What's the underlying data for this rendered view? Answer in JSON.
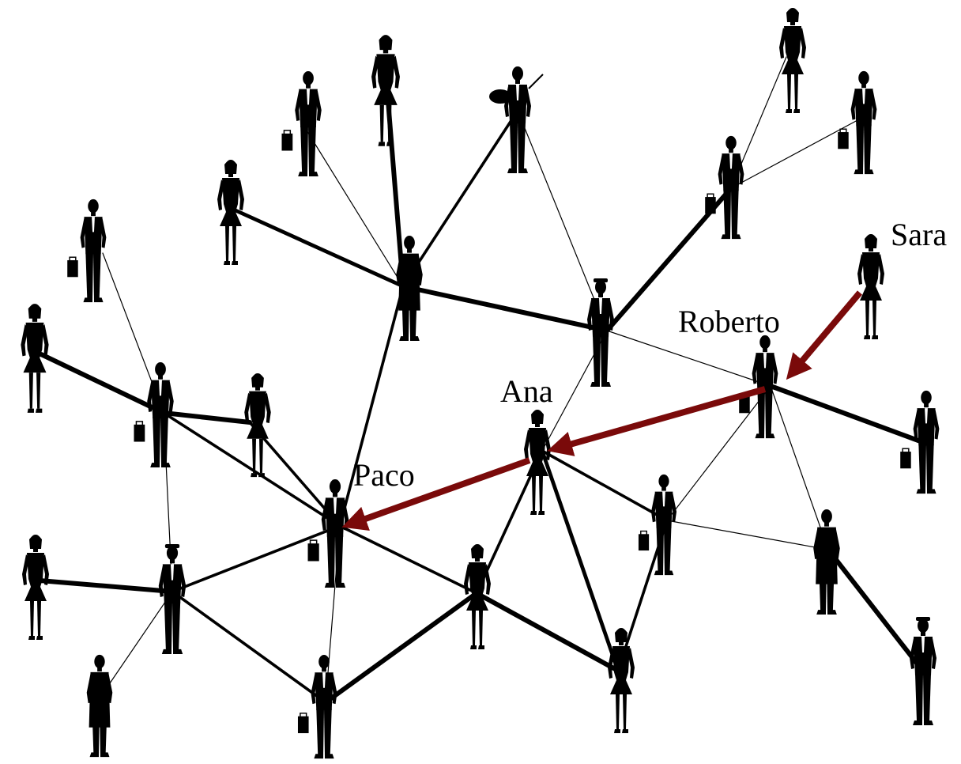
{
  "colors": {
    "background": "#ffffff",
    "edge": "#000000",
    "figure": "#000000",
    "path_arrow": "#7a0a0a"
  },
  "labels": {
    "sara": "Sara",
    "roberto": "Roberto",
    "ana": "Ana",
    "paco": "Paco"
  },
  "nodes": [
    {
      "id": "n_woman_top_right",
      "type": "woman-walking"
    },
    {
      "id": "n_man_top_right",
      "type": "man-briefcase"
    },
    {
      "id": "n_man_sitting_top",
      "type": "man-sitting-briefcase"
    },
    {
      "id": "n_woman_top_center",
      "type": "woman-standing"
    },
    {
      "id": "n_painter",
      "type": "painter"
    },
    {
      "id": "n_man_top_left",
      "type": "man-briefcase"
    },
    {
      "id": "n_woman_left_upper",
      "type": "woman-standing"
    },
    {
      "id": "n_man_coat_center",
      "type": "man-coat"
    },
    {
      "id": "n_man_sitting_left",
      "type": "man-sitting-briefcase"
    },
    {
      "id": "n_officer_center",
      "type": "officer"
    },
    {
      "id": "n_sara",
      "type": "woman-standing"
    },
    {
      "id": "n_roberto",
      "type": "man-sitting-briefcase"
    },
    {
      "id": "n_woman_far_left",
      "type": "woman-walking"
    },
    {
      "id": "n_man_left_mid",
      "type": "man-briefcase"
    },
    {
      "id": "n_woman_left_mid",
      "type": "woman-standing"
    },
    {
      "id": "n_ana",
      "type": "woman-walking"
    },
    {
      "id": "n_man_walking_right",
      "type": "man-walking-briefcase"
    },
    {
      "id": "n_paco",
      "type": "man-briefcase"
    },
    {
      "id": "n_man_right_mid",
      "type": "man-briefcase"
    },
    {
      "id": "n_man_gesture_right",
      "type": "man-coat"
    },
    {
      "id": "n_woman_bottom_left",
      "type": "woman-standing"
    },
    {
      "id": "n_officer_left",
      "type": "officer"
    },
    {
      "id": "n_woman_bottom_center",
      "type": "woman-standing"
    },
    {
      "id": "n_officer_bottom_right",
      "type": "officer"
    },
    {
      "id": "n_man_coat_bottom_left",
      "type": "man-coat"
    },
    {
      "id": "n_man_walking_bottom",
      "type": "man-walking-briefcase"
    },
    {
      "id": "n_woman_bottom_mid",
      "type": "woman-walking"
    }
  ],
  "edges": [
    {
      "from": "n_woman_top_right",
      "to": "n_man_sitting_top",
      "weight": 1
    },
    {
      "from": "n_man_top_right",
      "to": "n_man_sitting_top",
      "weight": 1
    },
    {
      "from": "n_man_sitting_top",
      "to": "n_officer_center",
      "weight": 5
    },
    {
      "from": "n_woman_top_center",
      "to": "n_man_coat_center",
      "weight": 5
    },
    {
      "from": "n_painter",
      "to": "n_man_coat_center",
      "weight": 3
    },
    {
      "from": "n_painter",
      "to": "n_officer_center",
      "weight": 1
    },
    {
      "from": "n_man_top_left",
      "to": "n_man_coat_center",
      "weight": 1
    },
    {
      "from": "n_woman_left_upper",
      "to": "n_man_coat_center",
      "weight": 4
    },
    {
      "from": "n_man_coat_center",
      "to": "n_officer_center",
      "weight": 5
    },
    {
      "from": "n_man_coat_center",
      "to": "n_paco",
      "weight": 3
    },
    {
      "from": "n_officer_center",
      "to": "n_roberto",
      "weight": 1
    },
    {
      "from": "n_officer_center",
      "to": "n_ana",
      "weight": 1
    },
    {
      "from": "n_roberto",
      "to": "n_man_walking_right",
      "weight": 5
    },
    {
      "from": "n_roberto",
      "to": "n_man_gesture_right",
      "weight": 1
    },
    {
      "from": "n_roberto",
      "to": "n_man_right_mid",
      "weight": 1
    },
    {
      "from": "n_man_sitting_left",
      "to": "n_man_left_mid",
      "weight": 1
    },
    {
      "from": "n_woman_far_left",
      "to": "n_man_left_mid",
      "weight": 5
    },
    {
      "from": "n_man_left_mid",
      "to": "n_woman_left_mid",
      "weight": 5
    },
    {
      "from": "n_man_left_mid",
      "to": "n_paco",
      "weight": 3
    },
    {
      "from": "n_man_left_mid",
      "to": "n_officer_left",
      "weight": 1
    },
    {
      "from": "n_woman_left_mid",
      "to": "n_paco",
      "weight": 3
    },
    {
      "from": "n_ana",
      "to": "n_man_right_mid",
      "weight": 3
    },
    {
      "from": "n_ana",
      "to": "n_woman_bottom_center",
      "weight": 3
    },
    {
      "from": "n_ana",
      "to": "n_woman_bottom_mid",
      "weight": 4
    },
    {
      "from": "n_man_right_mid",
      "to": "n_man_gesture_right",
      "weight": 1
    },
    {
      "from": "n_man_right_mid",
      "to": "n_woman_bottom_mid",
      "weight": 3
    },
    {
      "from": "n_man_gesture_right",
      "to": "n_officer_bottom_right",
      "weight": 5
    },
    {
      "from": "n_paco",
      "to": "n_officer_left",
      "weight": 3
    },
    {
      "from": "n_paco",
      "to": "n_woman_bottom_center",
      "weight": 3
    },
    {
      "from": "n_paco",
      "to": "n_man_walking_bottom",
      "weight": 1
    },
    {
      "from": "n_woman_bottom_left",
      "to": "n_officer_left",
      "weight": 5
    },
    {
      "from": "n_officer_left",
      "to": "n_man_coat_bottom_left",
      "weight": 1
    },
    {
      "from": "n_officer_left",
      "to": "n_man_walking_bottom",
      "weight": 3
    },
    {
      "from": "n_woman_bottom_center",
      "to": "n_man_walking_bottom",
      "weight": 5
    },
    {
      "from": "n_woman_bottom_center",
      "to": "n_woman_bottom_mid",
      "weight": 5
    }
  ],
  "path": [
    "n_sara",
    "n_roberto",
    "n_ana",
    "n_paco"
  ]
}
